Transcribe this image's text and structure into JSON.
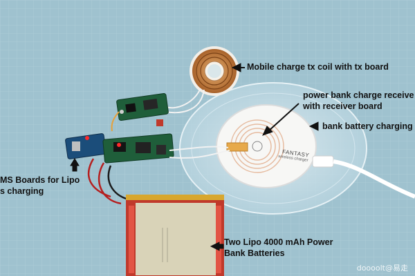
{
  "annotations": {
    "tx_coil": "Mobile charge tx coil with tx board",
    "receiver_line1": "power bank charge receive",
    "receiver_line2": "with receiver board",
    "battery_charging": "bank battery charging",
    "bms_line1": "MS Boards for Lipo",
    "bms_line2": "s charging",
    "batteries_line1": "Two Lipo 4000 mAh Power",
    "batteries_line2": "Bank Batteries"
  },
  "device_print": {
    "brand": "FANTASY",
    "model": "wireless charger"
  },
  "watermark": "doooolt@易走",
  "colors": {
    "background": "#9fc2cf",
    "label_text": "#111111",
    "battery": "#c0392b",
    "pcb": "#1f5e3a"
  }
}
